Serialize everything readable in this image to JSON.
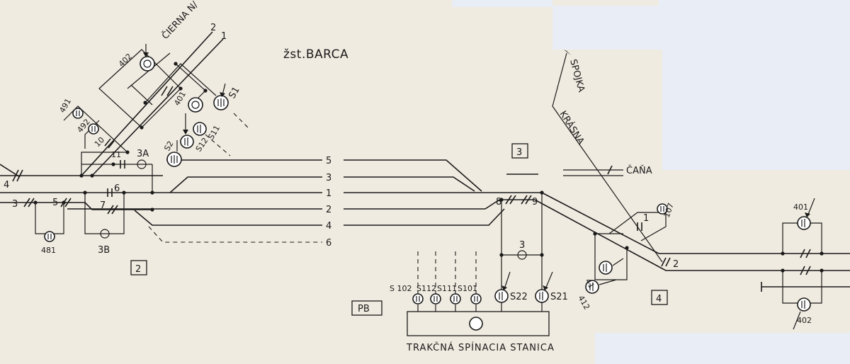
{
  "station": {
    "title": "žst.BARCA"
  },
  "directions": {
    "cierna": "ČIERNA N/",
    "spojka": "SPOJKA",
    "krasna": "KRÁSNA",
    "cana": "ČAŇA"
  },
  "tracks": {
    "t5": "5",
    "t3": "3",
    "t1": "1",
    "t2": "2",
    "t4": "4",
    "t6": "6",
    "mainline1": "1",
    "mainline2": "2"
  },
  "sections": {
    "s2": "2",
    "s3": "3",
    "s4": "4"
  },
  "breakers": {
    "b10": "10",
    "b11": "11",
    "b4": "4",
    "b3": "3",
    "b5": "5",
    "b6": "6",
    "b7": "7",
    "b8": "8",
    "b9": "9",
    "b1": "1",
    "b2": "2"
  },
  "nodes": {
    "n3A": "3A",
    "n3B": "3B",
    "n3": "3"
  },
  "disconnectors": {
    "d402": "402",
    "d401": "401",
    "d491": "491",
    "d492": "492",
    "dS1": "S1",
    "dS2": "S2",
    "dS11": "S11",
    "dS12": "S12",
    "d481": "481",
    "d107": "107",
    "d401r": "401",
    "d402r": "402",
    "d41": "41",
    "d412": "412",
    "dS22": "S22",
    "dS21": "S21",
    "dS102": "S 102",
    "dS112": "S112",
    "dS111": "S111",
    "dS101": "S101"
  },
  "pb": {
    "label": "PB"
  },
  "substation": {
    "label": "TRAKČNÁ SPÍNACIA STANICA"
  },
  "colors": {
    "paper": "#f0ebe0",
    "background": "#e8edf6",
    "ink": "#1a1a1a"
  }
}
